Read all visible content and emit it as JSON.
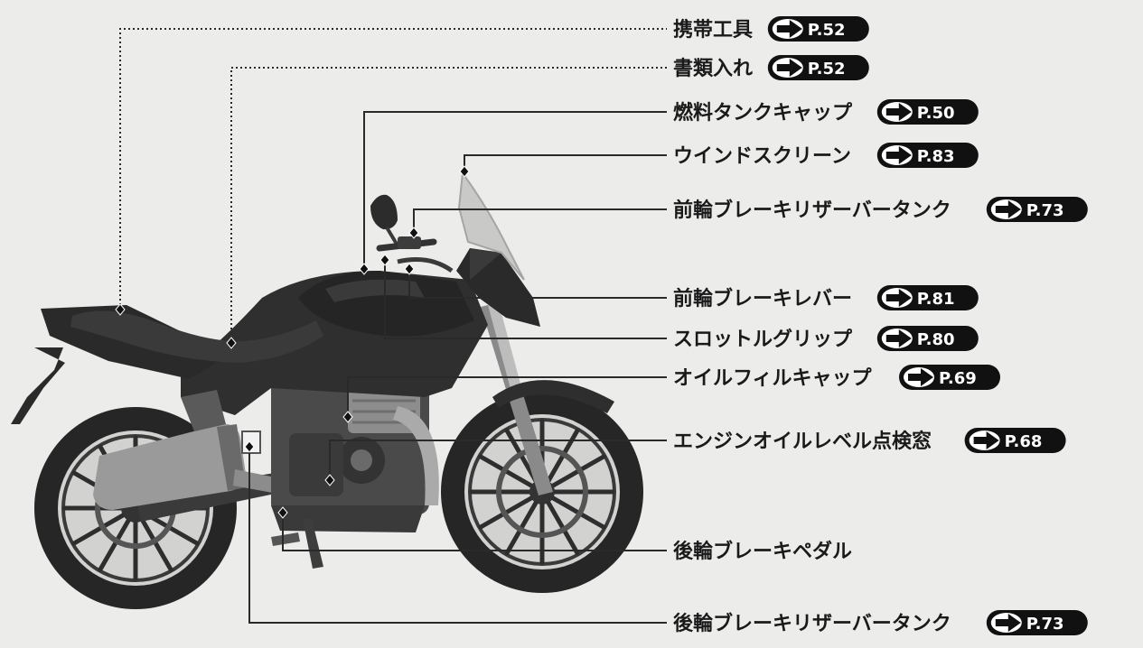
{
  "callouts": [
    {
      "id": "tool-kit",
      "label": "携帯工具",
      "page_ref": "P.52",
      "line": "dotted"
    },
    {
      "id": "document-bag",
      "label": "書類入れ",
      "page_ref": "P.52",
      "line": "dotted"
    },
    {
      "id": "fuel-tank-cap",
      "label": "燃料タンクキャップ",
      "page_ref": "P.50",
      "line": "solid"
    },
    {
      "id": "windscreen",
      "label": "ウインドスクリーン",
      "page_ref": "P.83",
      "line": "solid"
    },
    {
      "id": "front-brake-reservoir",
      "label": "前輪ブレーキリザーバータンク",
      "page_ref": "P.73",
      "line": "solid"
    },
    {
      "id": "front-brake-lever",
      "label": "前輪ブレーキレバー",
      "page_ref": "P.81",
      "line": "solid"
    },
    {
      "id": "throttle-grip",
      "label": "スロットルグリップ",
      "page_ref": "P.80",
      "line": "solid"
    },
    {
      "id": "oil-filler-cap",
      "label": "オイルフィルキャップ",
      "page_ref": "P.69",
      "line": "solid"
    },
    {
      "id": "oil-level-window",
      "label": "エンジンオイルレベル点検窓",
      "page_ref": "P.68",
      "line": "solid"
    },
    {
      "id": "rear-brake-pedal",
      "label": "後輪ブレーキペダル",
      "page_ref": "",
      "line": "solid"
    },
    {
      "id": "rear-brake-reservoir",
      "label": "後輪ブレーキリザーバータンク",
      "page_ref": "P.73",
      "line": "solid"
    }
  ],
  "colors": {
    "background": "#ececea",
    "text": "#1a1a1a",
    "badge": "#111111",
    "bike_dark": "#2b2b2b",
    "bike_mid": "#555555",
    "bike_light": "#9a9a9a"
  },
  "icons": {
    "badge_arrow": "arrow-right-icon",
    "anchor": "diamond-marker-icon"
  }
}
